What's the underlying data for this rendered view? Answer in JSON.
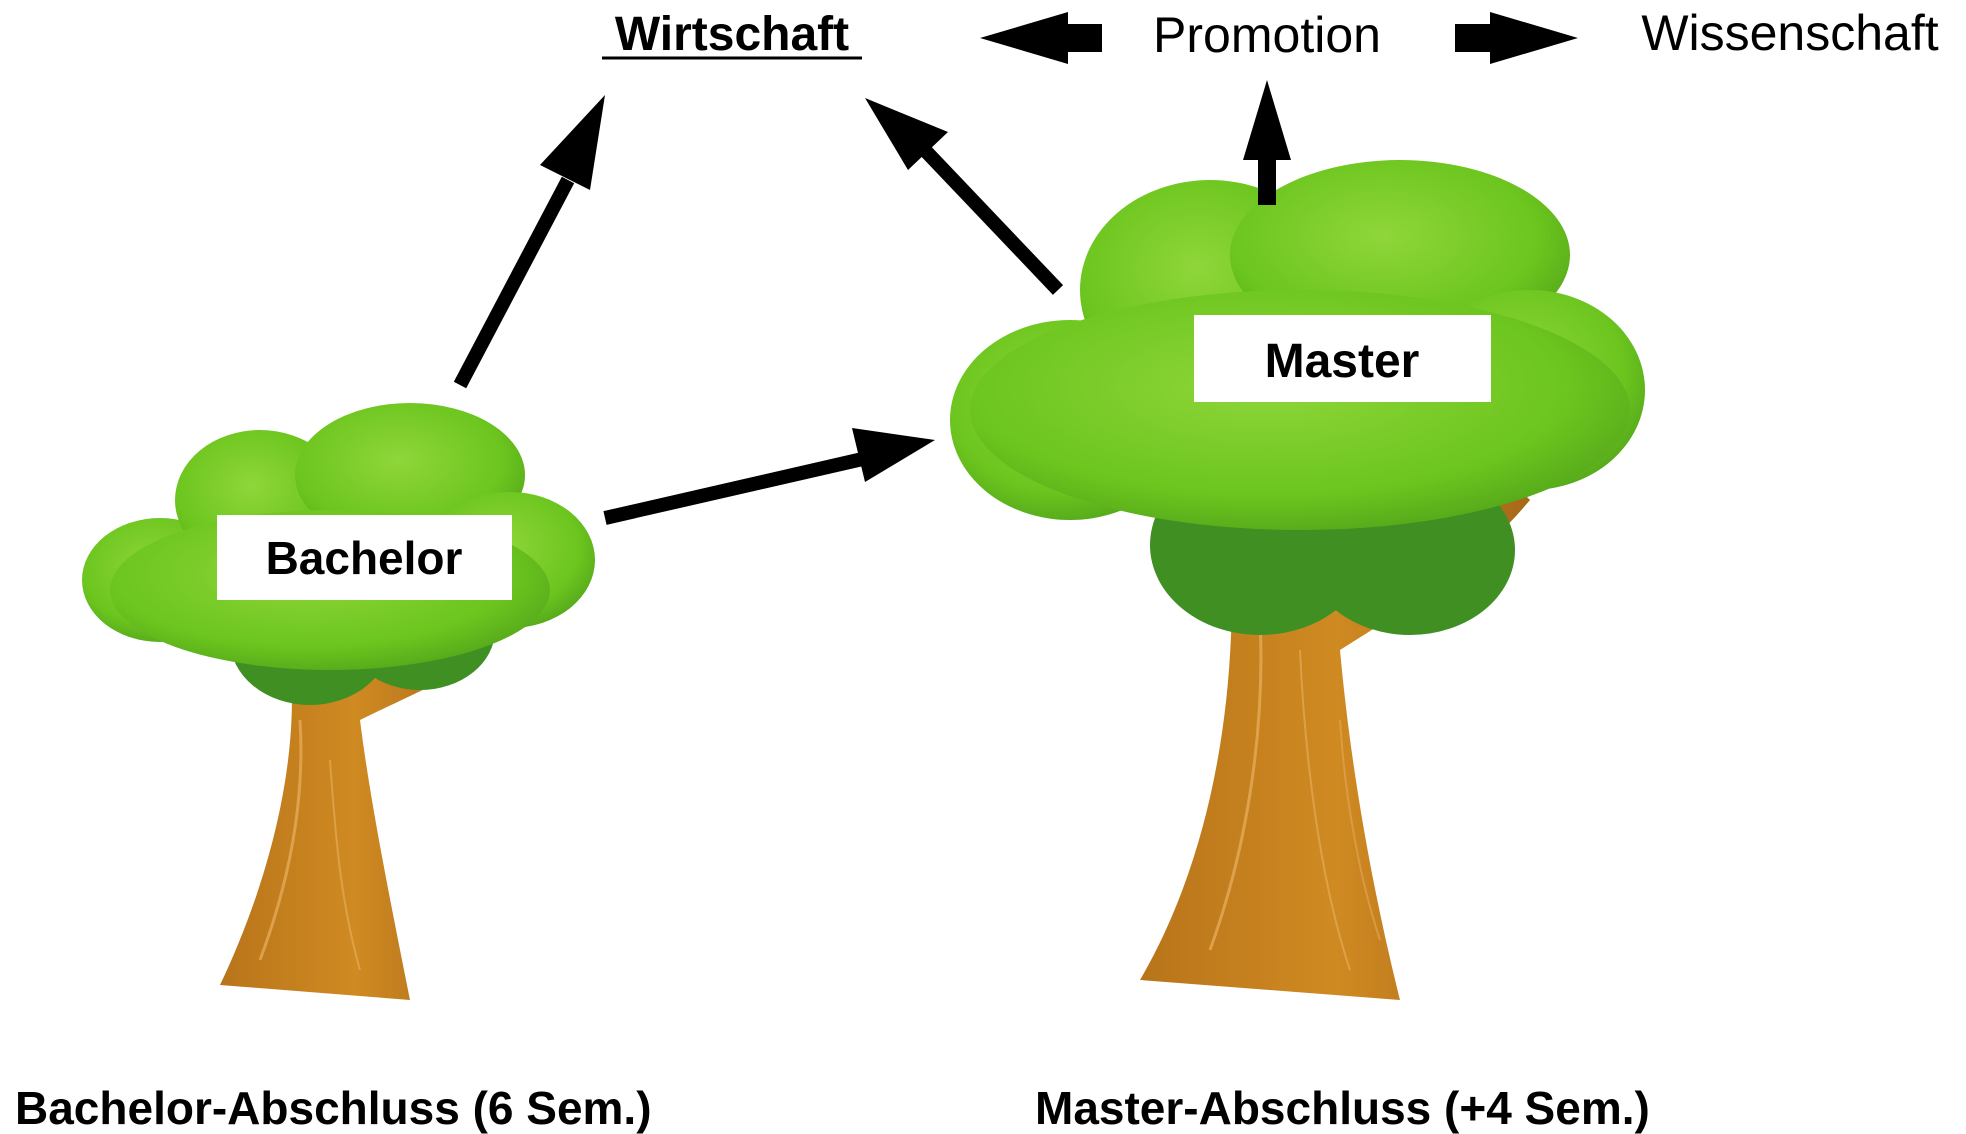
{
  "nodes": {
    "wirtschaft": "Wirtschaft",
    "promotion": "Promotion",
    "wissenschaft": "Wissenschaft",
    "bachelor": "Bachelor",
    "master": "Master"
  },
  "captions": {
    "bachelor": "Bachelor-Abschluss (6 Sem.)",
    "master": "Master-Abschluss (+4 Sem.)"
  },
  "colors": {
    "canopy_light": "#8fd63a",
    "canopy_main": "#6cc51e",
    "canopy_dark": "#3f8f22",
    "trunk": "#c9831a",
    "trunk_dark": "#9a5f12",
    "arrow": "#000000",
    "label_box": "#ffffff"
  },
  "connections": [
    {
      "from": "Bachelor",
      "to": "Wirtschaft"
    },
    {
      "from": "Bachelor",
      "to": "Master"
    },
    {
      "from": "Master",
      "to": "Wirtschaft"
    },
    {
      "from": "Master",
      "to": "Promotion"
    },
    {
      "from": "Promotion",
      "to": "Wirtschaft"
    },
    {
      "from": "Promotion",
      "to": "Wissenschaft"
    }
  ]
}
